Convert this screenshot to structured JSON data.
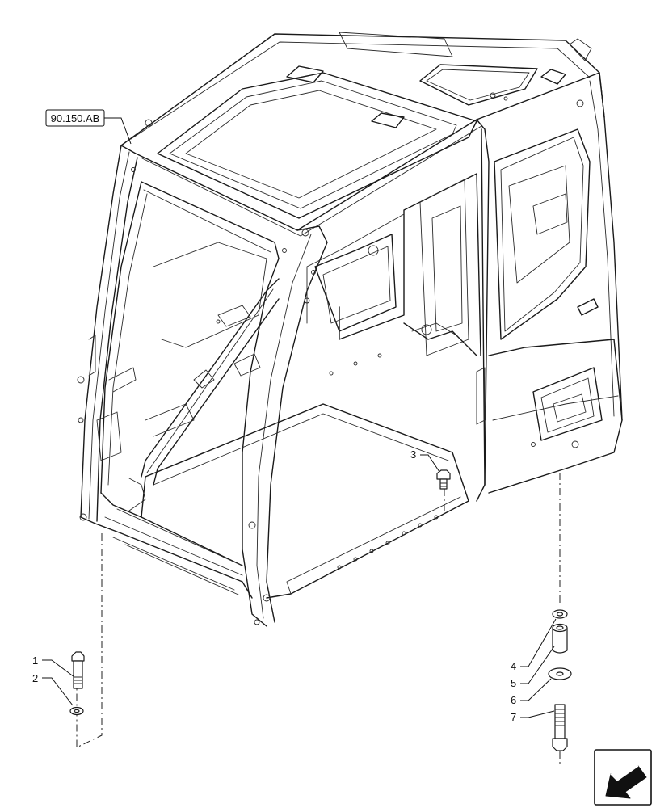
{
  "reference_label": "90.150.AB",
  "callouts": [
    {
      "num": "1",
      "part": "bolt"
    },
    {
      "num": "2",
      "part": "washer"
    },
    {
      "num": "3",
      "part": "screw"
    },
    {
      "num": "4",
      "part": "washer"
    },
    {
      "num": "5",
      "part": "spacer"
    },
    {
      "num": "6",
      "part": "washer"
    },
    {
      "num": "7",
      "part": "bolt"
    }
  ],
  "icons": {
    "nav_arrow": "arrow-down-left-icon"
  }
}
